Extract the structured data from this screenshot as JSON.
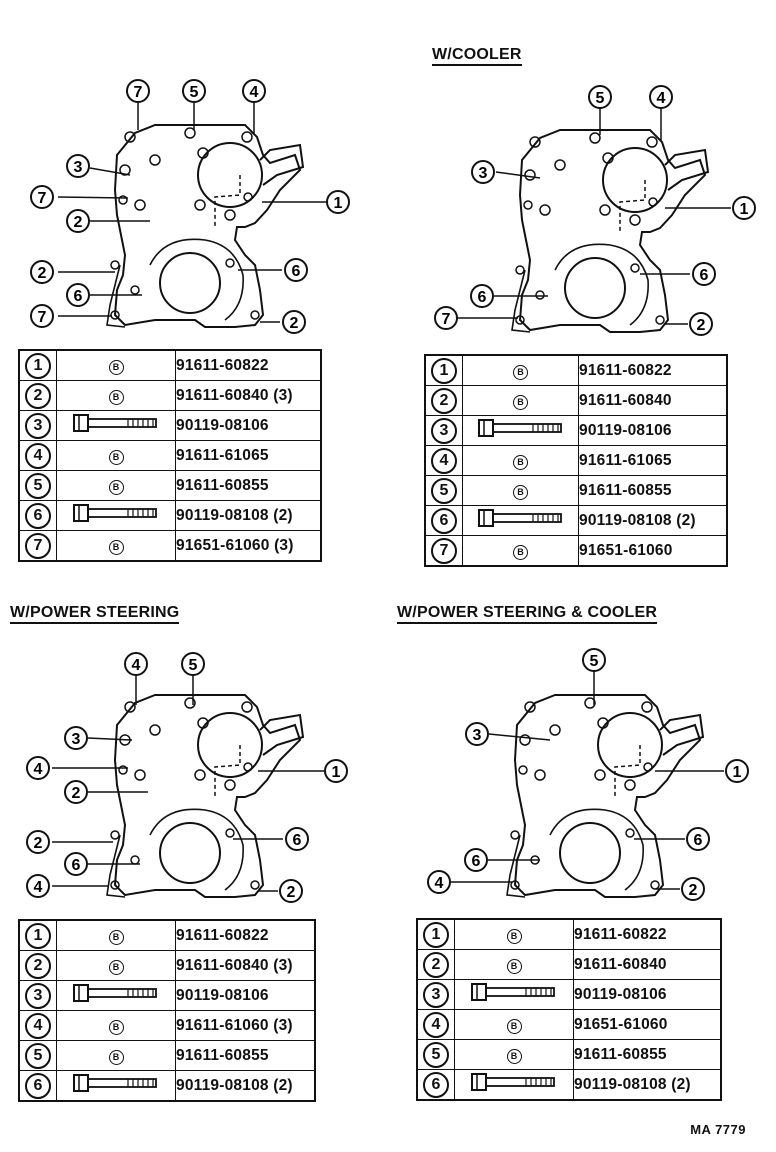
{
  "sections": [
    {
      "heading": "",
      "callouts": {
        "c7a": "7",
        "c5": "5",
        "c4": "4",
        "c3": "3",
        "c7b": "7",
        "c1": "1",
        "c2a": "2",
        "c2b": "2",
        "c6a": "6",
        "c6b": "6",
        "c7c": "7",
        "c2c": "2"
      },
      "rows": [
        {
          "num": "1",
          "symbol": "bolt-b-icon",
          "sym_text": "B",
          "part": "91611-60822"
        },
        {
          "num": "2",
          "symbol": "bolt-b-icon",
          "sym_text": "B",
          "part": "91611-60840 (3)"
        },
        {
          "num": "3",
          "symbol": "bolt-icon",
          "sym_text": "",
          "part": "90119-08106"
        },
        {
          "num": "4",
          "symbol": "bolt-b-icon",
          "sym_text": "B",
          "part": "91611-61065"
        },
        {
          "num": "5",
          "symbol": "bolt-b-icon",
          "sym_text": "B",
          "part": "91611-60855"
        },
        {
          "num": "6",
          "symbol": "bolt-icon",
          "sym_text": "",
          "part": "90119-08108 (2)"
        },
        {
          "num": "7",
          "symbol": "bolt-b-icon",
          "sym_text": "B",
          "part": "91651-61060 (3)"
        }
      ]
    },
    {
      "heading": "W/COOLER",
      "callouts": {
        "c5": "5",
        "c4": "4",
        "c3": "3",
        "c1": "1",
        "c6a": "6",
        "c6b": "6",
        "c7": "7",
        "c2": "2"
      },
      "rows": [
        {
          "num": "1",
          "symbol": "bolt-b-icon",
          "sym_text": "B",
          "part": "91611-60822"
        },
        {
          "num": "2",
          "symbol": "bolt-b-icon",
          "sym_text": "B",
          "part": "91611-60840"
        },
        {
          "num": "3",
          "symbol": "bolt-icon",
          "sym_text": "",
          "part": "90119-08106"
        },
        {
          "num": "4",
          "symbol": "bolt-b-icon",
          "sym_text": "B",
          "part": "91611-61065"
        },
        {
          "num": "5",
          "symbol": "bolt-b-icon",
          "sym_text": "B",
          "part": "91611-60855"
        },
        {
          "num": "6",
          "symbol": "bolt-icon",
          "sym_text": "",
          "part": "90119-08108 (2)"
        },
        {
          "num": "7",
          "symbol": "bolt-b-icon",
          "sym_text": "B",
          "part": "91651-61060"
        }
      ]
    },
    {
      "heading": "W/POWER STEERING",
      "callouts": {
        "c4a": "4",
        "c5": "5",
        "c3": "3",
        "c4b": "4",
        "c2a": "2",
        "c1": "1",
        "c2b": "2",
        "c6a": "6",
        "c6b": "6",
        "c4c": "4",
        "c2c": "2"
      },
      "rows": [
        {
          "num": "1",
          "symbol": "bolt-b-icon",
          "sym_text": "B",
          "part": "91611-60822"
        },
        {
          "num": "2",
          "symbol": "bolt-b-icon",
          "sym_text": "B",
          "part": "91611-60840 (3)"
        },
        {
          "num": "3",
          "symbol": "bolt-icon",
          "sym_text": "",
          "part": "90119-08106"
        },
        {
          "num": "4",
          "symbol": "bolt-b-icon",
          "sym_text": "B",
          "part": "91611-61060 (3)"
        },
        {
          "num": "5",
          "symbol": "bolt-b-icon",
          "sym_text": "B",
          "part": "91611-60855"
        },
        {
          "num": "6",
          "symbol": "bolt-icon",
          "sym_text": "",
          "part": "90119-08108 (2)"
        }
      ]
    },
    {
      "heading": "W/POWER STEERING & COOLER",
      "callouts": {
        "c5": "5",
        "c3": "3",
        "c1": "1",
        "c6a": "6",
        "c6b": "6",
        "c4": "4",
        "c2": "2"
      },
      "rows": [
        {
          "num": "1",
          "symbol": "bolt-b-icon",
          "sym_text": "B",
          "part": "91611-60822"
        },
        {
          "num": "2",
          "symbol": "bolt-b-icon",
          "sym_text": "B",
          "part": "91611-60840"
        },
        {
          "num": "3",
          "symbol": "bolt-icon",
          "sym_text": "",
          "part": "90119-08106"
        },
        {
          "num": "4",
          "symbol": "bolt-b-icon",
          "sym_text": "B",
          "part": "91651-61060"
        },
        {
          "num": "5",
          "symbol": "bolt-b-icon",
          "sym_text": "B",
          "part": "91611-60855"
        },
        {
          "num": "6",
          "symbol": "bolt-icon",
          "sym_text": "",
          "part": "90119-08108 (2)"
        }
      ]
    }
  ],
  "footer": "MA 7779"
}
